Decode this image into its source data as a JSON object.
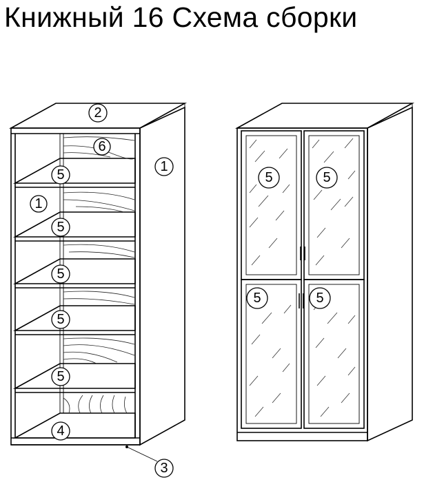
{
  "title": "Книжный 16  Схема сборки",
  "callouts": {
    "top_panel": "2",
    "shelf_back_top": "6",
    "side_panel_outer": "1",
    "side_panel_inner": "1",
    "shelf_1": "5",
    "shelf_2": "5",
    "shelf_3": "5",
    "shelf_4": "5",
    "shelf_5": "5",
    "bottom_shelf": "4",
    "plinth": "3",
    "door_top_left": "5",
    "door_top_right": "5",
    "door_bottom_left": "5",
    "door_bottom_right": "5"
  }
}
